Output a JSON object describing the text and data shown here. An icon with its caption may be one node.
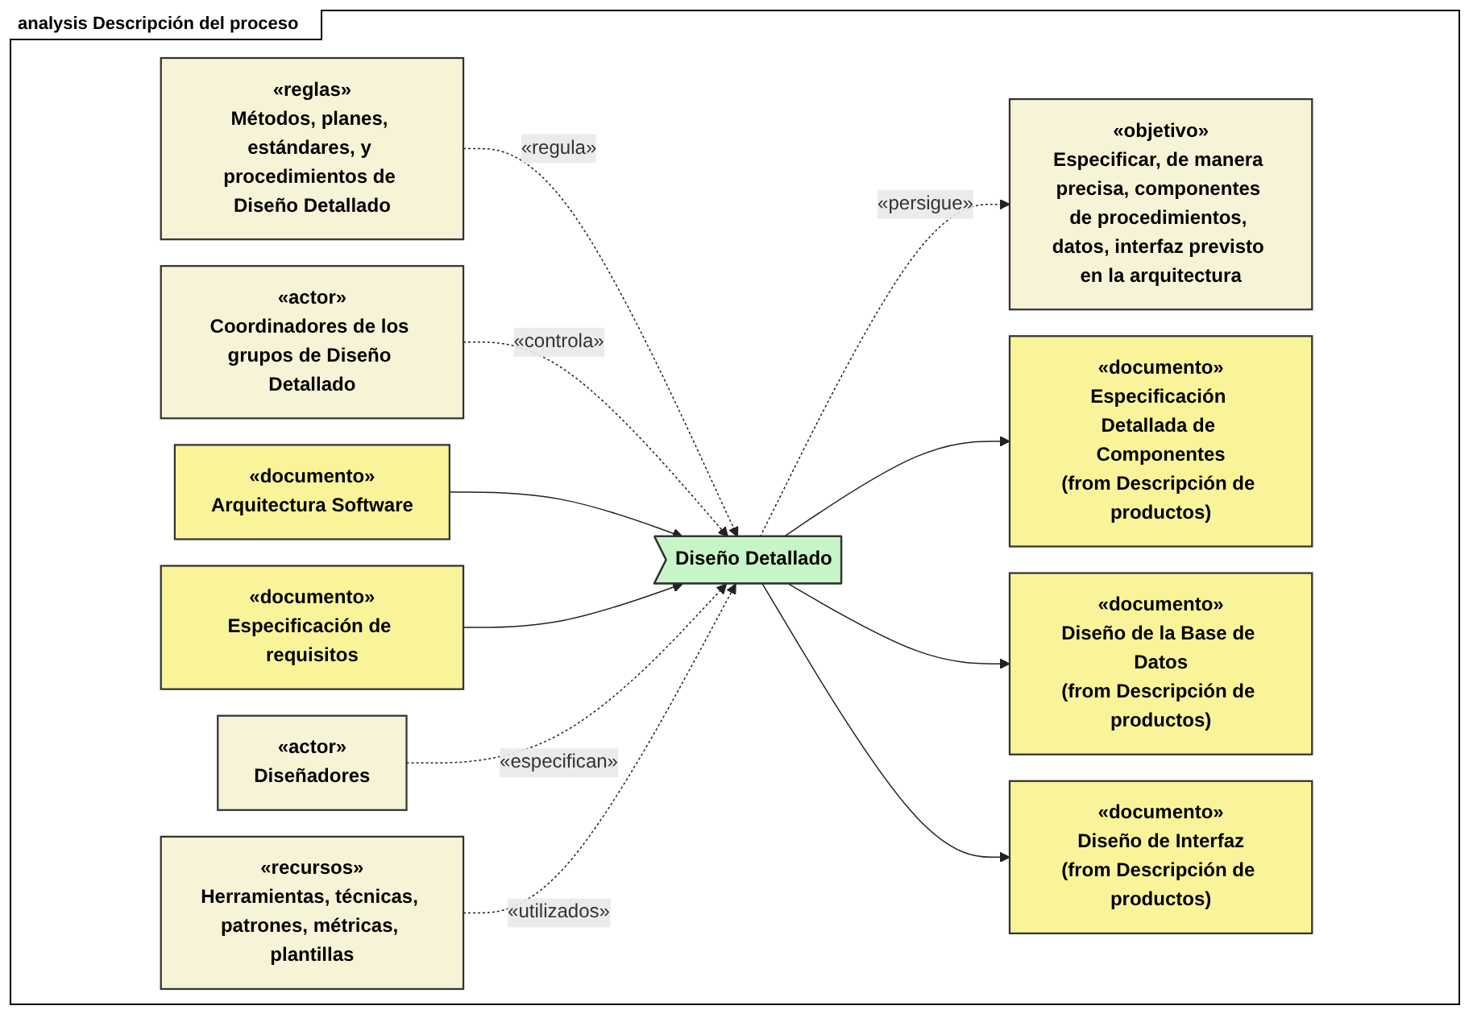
{
  "diagram": {
    "title": "analysis Descripción del proceso",
    "nodes": [
      {
        "text": [
          "«reglas»",
          "Métodos, planes, estándares, y procedimientos de Diseño Detallado"
        ]
      },
      {
        "text": [
          "«actor»",
          "Coordinadores de los grupos de Diseño Detallado"
        ]
      },
      {
        "text": [
          "«objetivo»",
          "Especificar, de manera precisa, componentes de procedimientos, datos, interfaz previsto en la arquitectura"
        ]
      },
      {
        "text": [
          "«documento»",
          "Arquitectura Software"
        ]
      },
      {
        "text": [
          "Diseño Detallado"
        ]
      },
      {
        "text": [
          "«documento»",
          "Especificación Detallada de Componentes",
          "(from Descripción de productos)"
        ]
      },
      {
        "text": [
          "«documento»",
          "Especificación de requisitos"
        ]
      },
      {
        "text": [
          "«documento»",
          "Diseño de la Base de Datos",
          "(from Descripción de productos)"
        ]
      },
      {
        "text": [
          "«documento»",
          "Diseño de Interfaz",
          "(from Descripción de productos)"
        ]
      },
      {
        "text": [
          "«actor»",
          "Diseñadores"
        ]
      },
      {
        "text": [
          "«recursos»",
          "Herramientas, técnicas, patrones, métricas, plantillas"
        ]
      }
    ],
    "edges": [
      {
        "from": 0,
        "to": 4,
        "arrow": "to",
        "label": "«regula»",
        "style": "dashed"
      },
      {
        "from": 1,
        "to": 4,
        "arrow": "to",
        "label": "«controla»",
        "style": "dashed"
      },
      {
        "from": 4,
        "to": 2,
        "arrow": "to",
        "label": "«persigue»",
        "style": "dashed"
      },
      {
        "from": 3,
        "to": 4,
        "arrow": "to"
      },
      {
        "from": 6,
        "to": 4,
        "arrow": "to"
      },
      {
        "from": 4,
        "to": 5,
        "arrow": "to"
      },
      {
        "from": 4,
        "to": 7,
        "arrow": "to"
      },
      {
        "from": 4,
        "to": 8,
        "arrow": "to"
      },
      {
        "from": 9,
        "to": 4,
        "arrow": "to",
        "label": "«especifican»",
        "style": "dashed"
      },
      {
        "from": 10,
        "to": 4,
        "arrow": "to",
        "label": "«utilizados»",
        "style": "dashed"
      }
    ]
  }
}
